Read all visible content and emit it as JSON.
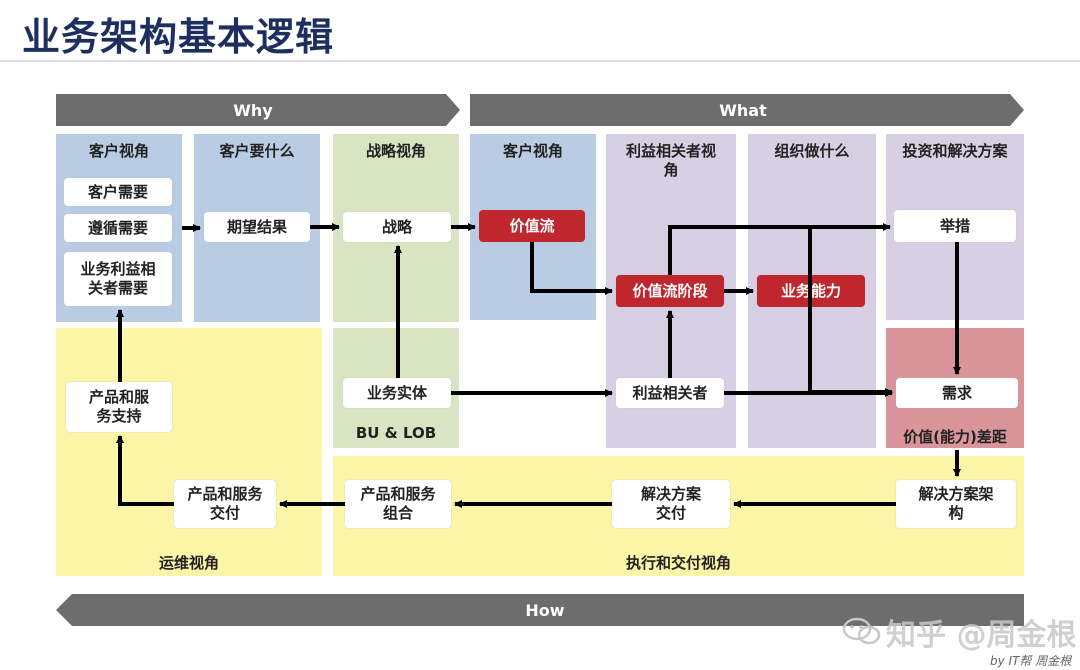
{
  "title": "业务架构基本逻辑",
  "banners": {
    "why": "Why",
    "what": "What",
    "how": "How"
  },
  "panels": {
    "customer_view_left": "客户视角",
    "customer_wants": "客户要什么",
    "strategy_view": "战略视角",
    "customer_view_right": "客户视角",
    "stakeholder_view": "利益相关者视角",
    "org_does": "组织做什么",
    "invest_solution": "投资和解决方案",
    "bu_lob": "BU & LOB",
    "value_gap": "价值(能力)差距",
    "ops_view": "运维视角",
    "exec_view": "执行和交付视角"
  },
  "boxes": {
    "customer_need": "客户需要",
    "follow_need": "遵循需要",
    "stakeholder_need": "业务利益相关者需要",
    "expected_result": "期望结果",
    "strategy": "战略",
    "value_stream": "价值流",
    "value_stream_stage": "价值流阶段",
    "business_capability": "业务能力",
    "initiative": "举措",
    "requirement": "需求",
    "business_entity": "业务实体",
    "stakeholder": "利益相关者",
    "product_support": "产品和服务支持",
    "product_delivery": "产品和服务交付",
    "product_portfolio": "产品和服务组合",
    "solution_delivery": "解决方案交付",
    "solution_architecture": "解决方案架构"
  },
  "watermark": "知乎 @周金根",
  "credit": "by IT帮 周金根",
  "colors": {
    "banner": "#6d6d6d",
    "red_box": "#c0262d",
    "title": "#1c2f5e"
  }
}
